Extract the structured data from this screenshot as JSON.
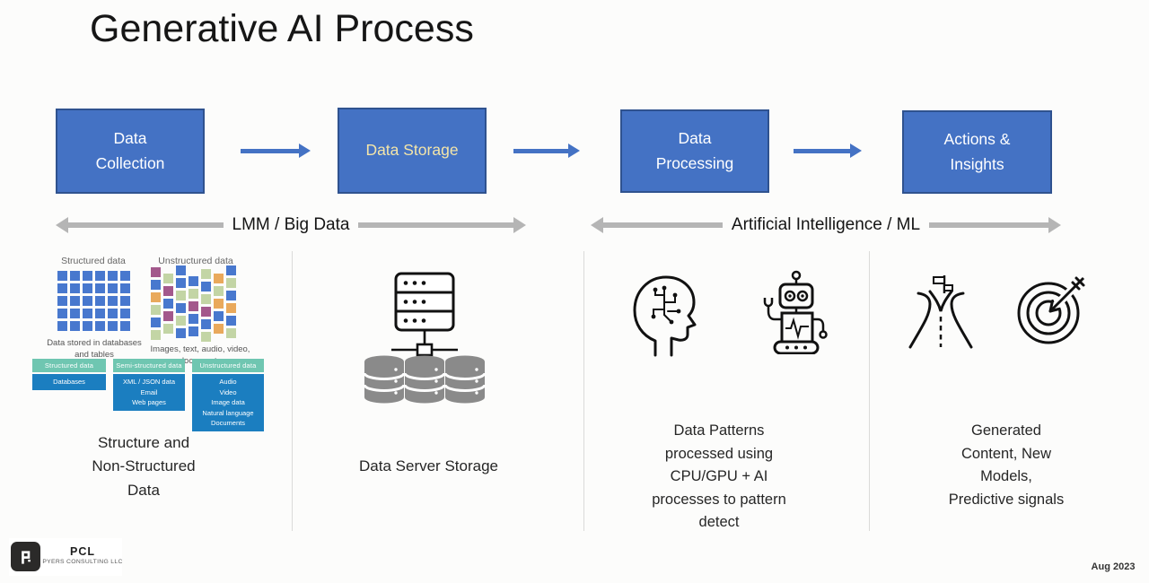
{
  "title": "Generative AI Process",
  "process_flow": {
    "box_fill": "#4472C4",
    "box_border": "#2F528F",
    "arrow_color": "#4472C4",
    "boxes": [
      {
        "label": "Data\nCollection",
        "text_color": "#FFFFFF"
      },
      {
        "label": "Data Storage",
        "text_color": "#F3E5A9"
      },
      {
        "label": "Data\nProcessing",
        "text_color": "#FFFFFF"
      },
      {
        "label": "Actions &\nInsights",
        "text_color": "#FFFFFF"
      }
    ]
  },
  "span_arrows": {
    "color": "#B5B5B5",
    "left": {
      "label": "LMM / Big Data"
    },
    "right": {
      "label": "Artificial Intelligence / ML"
    }
  },
  "data_collection_figure": {
    "structured": {
      "label": "Structured data",
      "note": "Data stored in databases\nand tables",
      "rows": 5,
      "cols": 6,
      "square_color": "#4878CE"
    },
    "unstructured": {
      "label": "Unstructured data",
      "note": "Images, text, audio, video,\ndocuments",
      "palette": {
        "b": "#4878CE",
        "g": "#C3D5A5",
        "o": "#E9A95C",
        "p": "#A3588C"
      },
      "columns": [
        {
          "offset": 2,
          "cells": [
            "p",
            "b",
            "o",
            "g",
            "b",
            "g"
          ]
        },
        {
          "offset": 9,
          "cells": [
            "g",
            "p",
            "b",
            "p",
            "g"
          ]
        },
        {
          "offset": 0,
          "cells": [
            "b",
            "b",
            "g",
            "b",
            "g",
            "b"
          ]
        },
        {
          "offset": 12,
          "cells": [
            "b",
            "g",
            "p",
            "b",
            "b"
          ]
        },
        {
          "offset": 4,
          "cells": [
            "g",
            "b",
            "g",
            "p",
            "b",
            "g"
          ]
        },
        {
          "offset": 9,
          "cells": [
            "o",
            "g",
            "o",
            "b",
            "o"
          ]
        },
        {
          "offset": 0,
          "cells": [
            "b",
            "g",
            "b",
            "o",
            "b",
            "g"
          ]
        }
      ]
    },
    "header_color": "#6FC6B1",
    "item_box_color": "#1B7EC0",
    "categories": [
      {
        "header": "Structured data",
        "items": [
          "Databases"
        ]
      },
      {
        "header": "Semi-structured data",
        "items": [
          "XML / JSON data",
          "Email",
          "Web pages"
        ]
      },
      {
        "header": "Unstructured data",
        "items": [
          "Audio",
          "Video",
          "Image data",
          "Natural language",
          "Documents"
        ]
      }
    ]
  },
  "column_captions": {
    "collection": "Structure and\nNon-Structured\nData",
    "storage": "Data Server Storage",
    "processing": "Data Patterns\nprocessed using\nCPU/GPU + AI\nprocesses to pattern\ndetect",
    "actions": "Generated\nContent, New\nModels,\nPredictive signals"
  },
  "icons": {
    "storage": [
      "server-rack",
      "database-cylinders"
    ],
    "processing": [
      "ai-brain-head",
      "robot"
    ],
    "actions": [
      "diverging-road-signpost",
      "target-with-arrow"
    ]
  },
  "footer": {
    "logo_acronym": "PCL",
    "logo_company": "PYERS CONSULTING LLC",
    "date": "Aug 2023"
  }
}
